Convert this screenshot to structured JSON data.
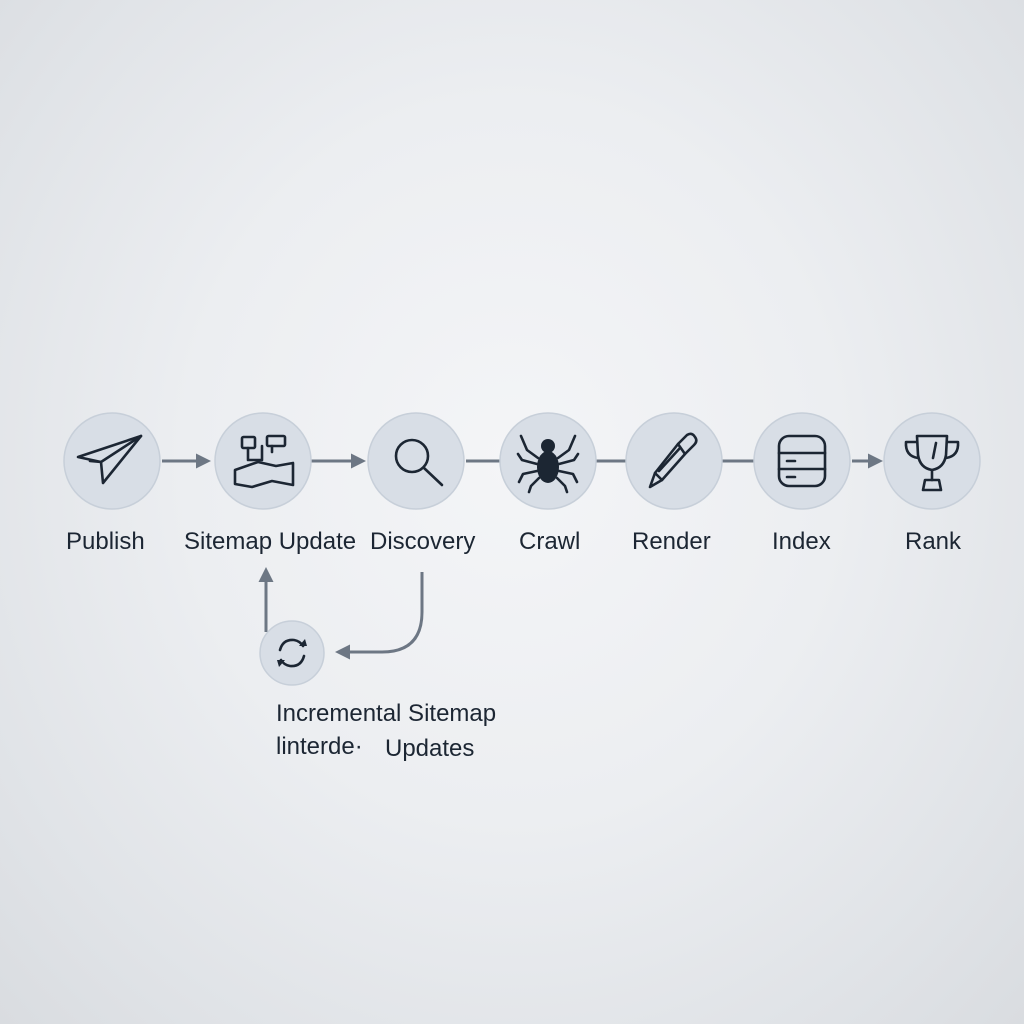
{
  "diagram": {
    "steps": [
      {
        "label": "Publish",
        "icon": "paper-plane-icon"
      },
      {
        "label": "Sitemap Update",
        "icon": "sitemap-icon"
      },
      {
        "label": "Discovery",
        "icon": "magnifier-icon"
      },
      {
        "label": "Crawl",
        "icon": "spider-icon"
      },
      {
        "label": "Render",
        "icon": "pen-icon"
      },
      {
        "label": "Index",
        "icon": "database-icon"
      },
      {
        "label": "Rank",
        "icon": "trophy-icon"
      }
    ],
    "feedback": {
      "icon": "refresh-icon",
      "line1": "Incremental Sitemap",
      "line2a": "linterde·",
      "line2b": "Updates"
    },
    "colors": {
      "node_fill": "#d8dee6",
      "icon_stroke": "#1c2633",
      "arrow": "#6d7784",
      "text": "#1c2633"
    }
  }
}
